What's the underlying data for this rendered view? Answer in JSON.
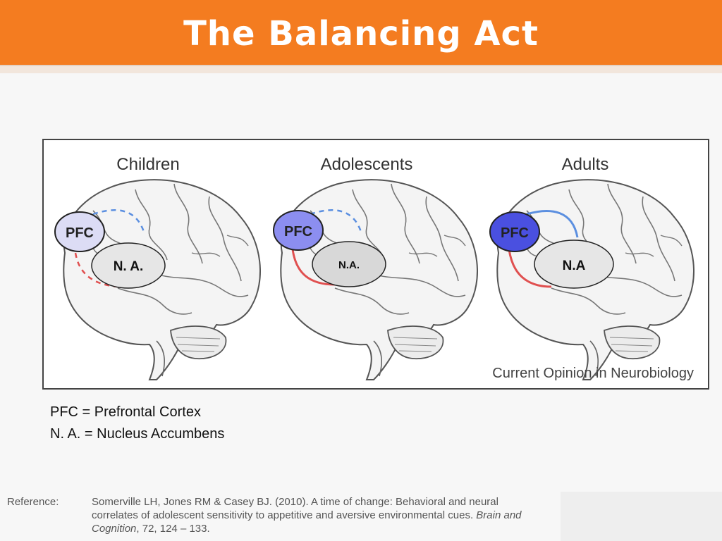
{
  "slide": {
    "title": "The Balancing Act"
  },
  "figure": {
    "panels": [
      {
        "label": "Children",
        "pfc_label": "PFC",
        "na_label": "N. A."
      },
      {
        "label": "Adolescents",
        "pfc_label": "PFC",
        "na_label": "N.A."
      },
      {
        "label": "Adults",
        "pfc_label": "PFC",
        "na_label": "N.A"
      }
    ],
    "source": "Current Opinion in Neurobiology",
    "colors": {
      "pfc_children": "#dcdcf5",
      "pfc_adolescents": "#8c8ef0",
      "pfc_adults": "#4a50e0",
      "connection_blue": "#5b8fe0",
      "connection_red": "#e05050",
      "na_fill": "#e6e6e6",
      "accent_orange": "#f47c20"
    }
  },
  "legend": {
    "line1": "PFC = Prefrontal Cortex",
    "line2": "N. A. = Nucleus Accumbens"
  },
  "reference": {
    "label": "Reference:",
    "text_before_journal": "Somerville LH, Jones RM  & Casey BJ.  (2010). A time of change: Behavioral and neural correlates of adolescent sensitivity to appetitive and aversive environmental cues. ",
    "journal": "Brain and Cognition",
    "text_after_journal": ", 72, 124 – 133."
  }
}
